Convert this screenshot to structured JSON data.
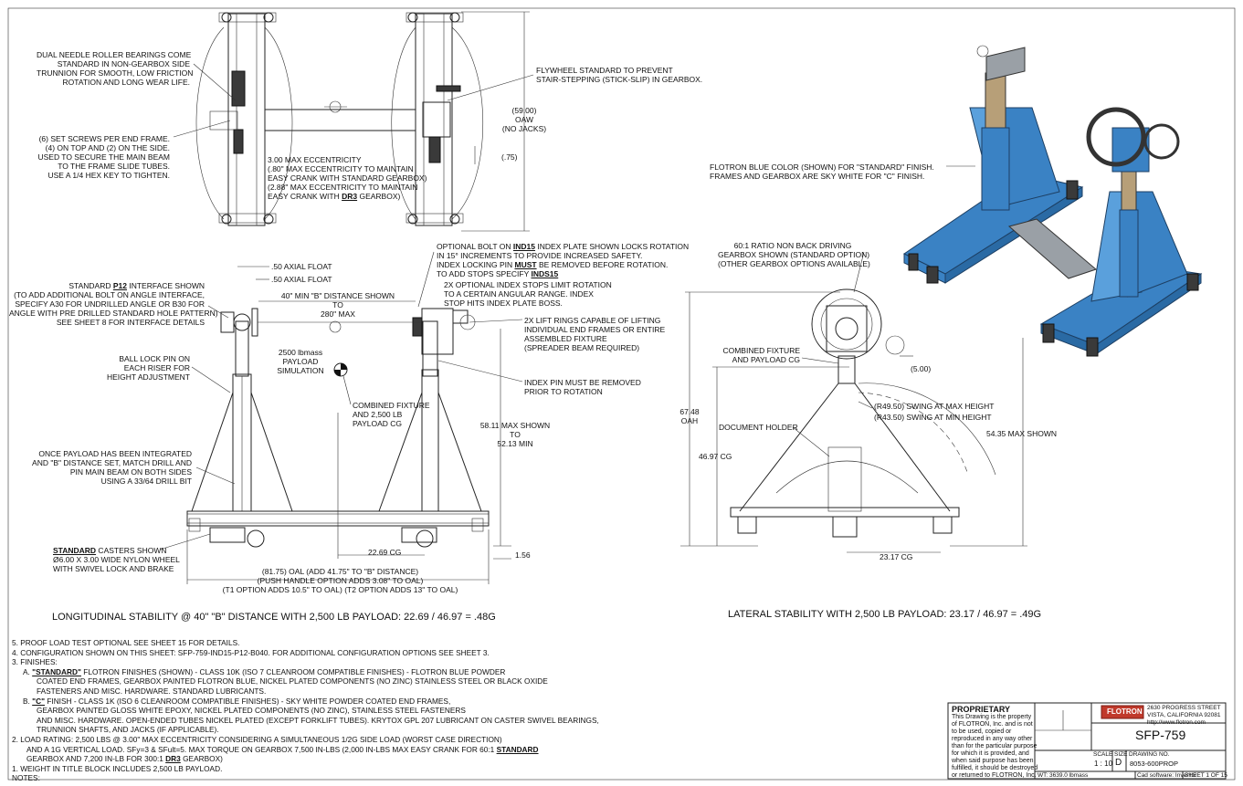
{
  "top_view": {
    "bearings_note": [
      "DUAL NEEDLE ROLLER BEARINGS COME",
      "STANDARD IN NON-GEARBOX SIDE",
      "TRUNNION FOR SMOOTH, LOW FRICTION",
      "ROTATION AND LONG WEAR LIFE."
    ],
    "setscrew_note": [
      "(6) SET SCREWS PER END FRAME.",
      "(4) ON TOP AND (2) ON THE SIDE.",
      "USED TO SECURE THE MAIN BEAM",
      "TO THE FRAME SLIDE TUBES.",
      "USE A 1/4 HEX KEY TO TIGHTEN."
    ],
    "eccentricity_note": [
      "3.00 MAX ECCENTRICITY",
      "(.80\" MAX ECCENTRICITY TO MAINTAIN",
      "EASY CRANK WITH STANDARD GEARBOX)",
      "(2.88\" MAX ECCENTRICITY TO MAINTAIN",
      "EASY CRANK WITH "
    ],
    "eccentricity_dr3": "DR3",
    "eccentricity_tail": " GEARBOX)",
    "flywheel_note": [
      "FLYWHEEL STANDARD TO PREVENT",
      "STAIR-STEPPING (STICK-SLIP) IN GEARBOX."
    ],
    "oaw_dim": [
      "(59.00)",
      "OAW",
      "(NO JACKS)"
    ],
    "offset_dim": "(.75)"
  },
  "side_view": {
    "axial_float_1": ".50 AXIAL FLOAT",
    "axial_float_2": ".50 AXIAL FLOAT",
    "p12_note_pre": "STANDARD ",
    "p12_note_code": "P12",
    "p12_note_post": " INTERFACE SHOWN",
    "p12_note": [
      "(TO ADD ADDITIONAL BOLT ON ANGLE INTERFACE,",
      "SPECIFY A30 FOR UNDRILLED ANGLE OR B30 FOR",
      "ANGLE WITH PRE DRILLED STANDARD HOLE PATTERN)",
      "SEE SHEET 8 FOR INTERFACE DETAILS"
    ],
    "b_distance": [
      "40\" MIN \"B\" DISTANCE SHOWN",
      "TO",
      "280\" MAX"
    ],
    "payload_sim": [
      "2500 lbmass",
      "PAYLOAD",
      "SIMULATION"
    ],
    "ball_lock": [
      "BALL LOCK PIN ON",
      "EACH RISER FOR",
      "HEIGHT ADJUSTMENT"
    ],
    "cg_note": [
      "COMBINED FIXTURE",
      "AND 2,500 LB",
      "PAYLOAD CG"
    ],
    "index_note_a": "OPTIONAL BOLT ON ",
    "index_note_code": "IND15",
    "index_note_b": " INDEX PLATE SHOWN LOCKS ROTATION",
    "index_note_2": "IN 15° INCREMENTS TO PROVIDE INCREASED SAFETY.",
    "index_note_3a": "INDEX LOCKING PIN ",
    "index_note_3b": "MUST",
    "index_note_3c": " BE REMOVED BEFORE ROTATION.",
    "index_note_4a": "TO ADD STOPS SPECIFY ",
    "index_note_4b": "INDS15",
    "stops_note": [
      "2X OPTIONAL INDEX STOPS LIMIT ROTATION",
      "TO A CERTAIN ANGULAR RANGE.  INDEX",
      "STOP HITS INDEX PLATE BOSS."
    ],
    "lift_note": [
      "2X LIFT RINGS CAPABLE OF LIFTING",
      "INDIVIDUAL END FRAMES OR ENTIRE",
      "ASSEMBLED FIXTURE",
      "(SPREADER BEAM REQUIRED)"
    ],
    "index_pin_note": [
      "INDEX PIN MUST BE REMOVED",
      "PRIOR TO ROTATION"
    ],
    "height_dim": [
      "58.11 MAX SHOWN",
      "TO",
      "52.13 MIN"
    ],
    "drill_note": [
      "ONCE PAYLOAD HAS BEEN INTEGRATED",
      "AND \"B\" DISTANCE SET, MATCH DRILL AND",
      "PIN MAIN BEAM ON BOTH SIDES",
      "USING A 33/64 DRILL BIT"
    ],
    "caster_note_a": "STANDARD",
    "caster_note_b": " CASTERS SHOWN",
    "caster_note": [
      "Ø6.00 X 3.00 WIDE NYLON WHEEL",
      "WITH SWIVEL LOCK AND BRAKE"
    ],
    "cg_dim": "22.69 CG",
    "ground_dim": "1.56",
    "oal_dim": [
      "(81.75) OAL (ADD 41.75\" TO \"B\" DISTANCE)",
      "(PUSH HANDLE OPTION ADDS 3.08\" TO OAL)",
      "(T1 OPTION ADDS 10.5\" TO OAL) (T2 OPTION ADDS 13\" TO OAL)"
    ],
    "stability": "LONGITUDINAL STABILITY @ 40\" \"B\" DISTANCE WITH 2,500 LB PAYLOAD: 22.69 / 46.97 = .48G"
  },
  "end_view": {
    "gearbox_note": [
      "60:1 RATIO NON BACK DRIVING",
      "GEARBOX SHOWN (STANDARD OPTION)",
      "(OTHER GEARBOX OPTIONS AVAILABLE)"
    ],
    "cg_note": [
      "COMBINED FIXTURE",
      "AND PAYLOAD CG"
    ],
    "offset_dim": "(5.00)",
    "swing_max": "(R49.50) SWING AT MAX HEIGHT",
    "swing_min": "(R43.50) SWING AT MIN HEIGHT",
    "doc_holder": "DOCUMENT HOLDER",
    "oah_dim": [
      "67.48",
      "OAH"
    ],
    "cg_height": "46.97 CG",
    "max_shown": "54.35 MAX SHOWN",
    "cg_width": "23.17 CG",
    "stability": "LATERAL STABILITY WITH 2,500 LB PAYLOAD: 23.17 / 46.97 = .49G"
  },
  "iso_view": {
    "color_note": [
      "FLOTRON BLUE COLOR (SHOWN) FOR \"STANDARD\" FINISH.",
      "FRAMES AND GEARBOX ARE SKY WHITE FOR \"C\" FINISH."
    ],
    "colors": {
      "flotron_blue": "#3a82c4",
      "blue_light": "#5aa0dc",
      "riser_tan": "#b79f78",
      "metal_grey": "#9aa0a6"
    }
  },
  "notes": {
    "n5": "5.  PROOF LOAD TEST OPTIONAL SEE SHEET 15 FOR DETAILS.",
    "n4": "4.  CONFIGURATION SHOWN ON THIS SHEET: SFP-759-IND15-P12-B040.   FOR ADDITIONAL CONFIGURATION OPTIONS SEE SHEET 3.",
    "n3": "3.  FINISHES:",
    "n3a_pre": "A.  ",
    "n3a_bold": "\"STANDARD\"",
    "n3a_post": " FLOTRON FINISHES (SHOWN) - CLASS 10K (ISO 7 CLEANROOM COMPATIBLE FINISHES) - FLOTRON BLUE POWDER",
    "n3a_2": "COATED END FRAMES, GEARBOX PAINTED FLOTRON BLUE, NICKEL PLATED COMPONENTS (NO ZINC) STAINLESS STEEL OR BLACK OXIDE",
    "n3a_3": "FASTENERS AND MISC. HARDWARE. STANDARD LUBRICANTS.",
    "n3b_pre": "B.  ",
    "n3b_bold": "\"C\"",
    "n3b_post": " FINISH - CLASS 1K (ISO 6 CLEANROOM COMPATIBLE FINISHES) -  SKY WHITE POWDER COATED END FRAMES,",
    "n3b_2": "GEARBOX PAINTED GLOSS WHITE EPOXY, NICKEL PLATED COMPONENTS (NO ZINC), STAINLESS STEEL FASTENERS",
    "n3b_3": "AND MISC. HARDWARE.  OPEN-ENDED TUBES NICKEL PLATED (EXCEPT FORKLIFT TUBES). KRYTOX GPL 207 LUBRICANT ON CASTER SWIVEL BEARINGS,",
    "n3b_4": "TRUNNION SHAFTS, AND JACKS (IF APPLICABLE).",
    "n2": "2.  LOAD RATING: 2,500 LBS @ 3.00\" MAX ECCENTRICITY CONSIDERING A SIMULTANEOUS 1/2G SIDE LOAD (WORST CASE DIRECTION)",
    "n2_2a": "AND A 1G VERTICAL LOAD.  SFy=3 & SFult=5.  MAX TORQUE ON GEARBOX 7,500 IN-LBS (2,000 IN-LBS MAX EASY CRANK FOR 60:1 ",
    "n2_2b": "STANDARD",
    "n2_3a": "GEARBOX AND 7,200 IN-LB FOR 300:1 ",
    "n2_3b": "DR3",
    "n2_3c": " GEARBOX)",
    "n1": "1.  WEIGHT IN TITLE BLOCK INCLUDES 2,500 LB PAYLOAD.",
    "heading": "NOTES:"
  },
  "title_block": {
    "proprietary_title": "PROPRIETARY",
    "proprietary_text": [
      "This Drawing is the property",
      "of FLOTRON, Inc. and is not",
      "to be used, copied or",
      "reproduced in any way other",
      "than for the particular purpose",
      "for which it is provided, and",
      "when said purpose has been",
      "fulfilled, it should be destroyed",
      "or returned to FLOTRON, Inc."
    ],
    "logo": "FLOTRON",
    "address": [
      "2630 PROGRESS STREET",
      "VISTA, CALIFORNIA 92081",
      "http://www.flotron.com"
    ],
    "title": "SFP-759",
    "scale_label": "SCALE",
    "scale": "1 : 10",
    "size_label": "SIZE",
    "size": "D",
    "drawing_no_label": "DRAWING NO.",
    "drawing_no": "8053-600PROP",
    "weight": "WT: 3639.0 lbmass",
    "cad": "Cad software: Inventor",
    "sheet_label": "SHEET",
    "sheet": "1  OF 15"
  }
}
